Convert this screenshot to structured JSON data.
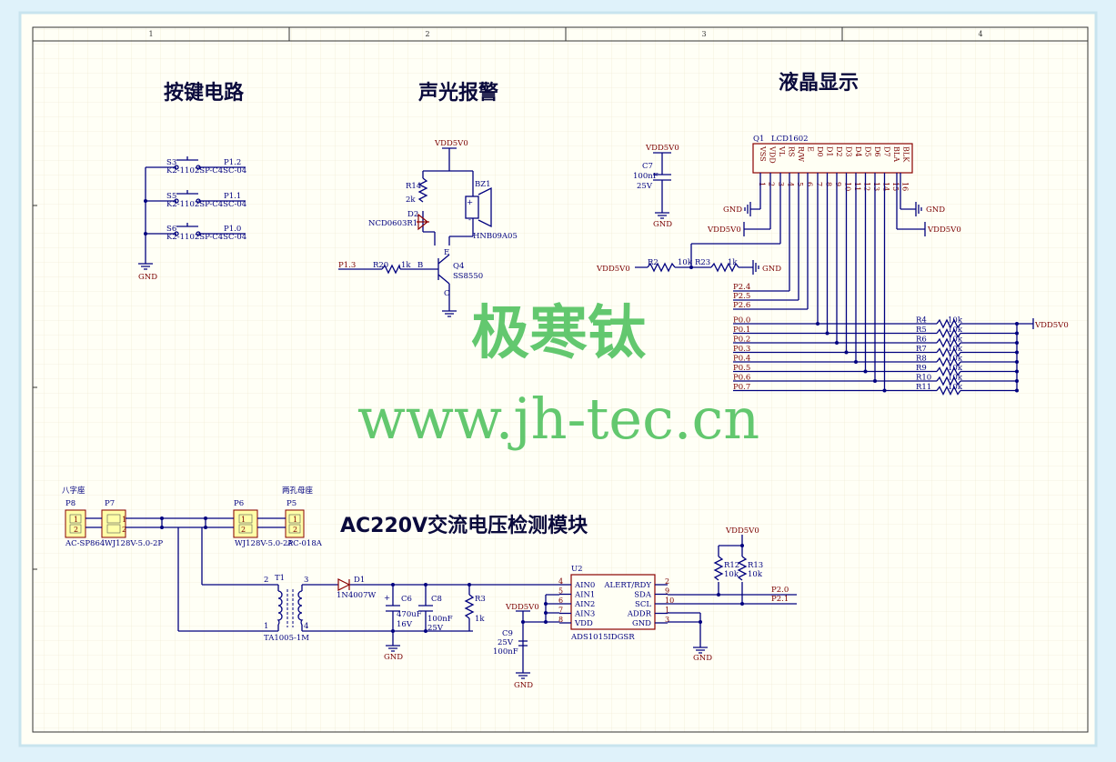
{
  "columns": [
    "1",
    "2",
    "3",
    "4"
  ],
  "sections": {
    "keys": "按键电路",
    "alarm": "声光报警",
    "lcd": "液晶显示",
    "ac": "AC220V交流电压检测模块"
  },
  "watermark": {
    "cn": "极寒钛",
    "url": "www.jh-tec.cn"
  },
  "buttons": [
    {
      "ref": "S3",
      "net": "P1.2",
      "part": "K2-1102SP-C4SC-04"
    },
    {
      "ref": "S5",
      "net": "P1.1",
      "part": "K2-1102SP-C4SC-04"
    },
    {
      "ref": "S6",
      "net": "P1.0",
      "part": "K2-1102SP-C4SC-04"
    }
  ],
  "gnd": "GND",
  "vdd": "VDD5V0",
  "alarm": {
    "r14": "R14",
    "r14v": "2k",
    "d2": "D2",
    "d2part": "NCD0603R1",
    "bz": "BZ1",
    "bzpart": "HNB09A05",
    "q4": "Q4",
    "q4part": "SS8550",
    "r20": "R20",
    "r20v": "1k",
    "p13": "P1.3",
    "b": "B",
    "e": "E",
    "c": "C",
    "plus": "+",
    "minus": "-"
  },
  "lcd": {
    "q1": "Q1",
    "part": "LCD1602",
    "pins": [
      "VSS",
      "VDD",
      "VL",
      "RS",
      "R/W",
      "E",
      "D0",
      "D1",
      "D2",
      "D3",
      "D4",
      "D5",
      "D6",
      "D7",
      "BLA",
      "BLK"
    ],
    "nums": [
      "1",
      "2",
      "3",
      "4",
      "5",
      "6",
      "7",
      "8",
      "9",
      "10",
      "11",
      "12",
      "13",
      "14",
      "15",
      "16"
    ],
    "c7": "C7",
    "c7v": "100nF",
    "c7u": "25V",
    "r2": "R2",
    "r2v": "10k",
    "r23": "R23",
    "r23v": "1k",
    "ctrl": [
      "P2.4",
      "P2.5",
      "P2.6"
    ],
    "data": [
      "P0.0",
      "P0.1",
      "P0.2",
      "P0.3",
      "P0.4",
      "P0.5",
      "P0.6",
      "P0.7"
    ],
    "res": [
      "R4",
      "R5",
      "R6",
      "R7",
      "R8",
      "R9",
      "R10",
      "R11"
    ],
    "resv": "10k"
  },
  "ac": {
    "p8": "P8",
    "p7": "P7",
    "p6": "P6",
    "p5": "P5",
    "eight": "八字座",
    "two": "两孔母座",
    "p8part": "AC-SP864",
    "p7part": "WJ128V-5.0-2P",
    "p6part": "WJ128V-5.0-2P",
    "p5part": "AC-018A",
    "n1": "1",
    "n2": "2",
    "n3": "3",
    "n4": "4",
    "t1": "T1",
    "t1part": "TA1005-1M",
    "d1": "D1",
    "d1part": "1N4007W",
    "c6": "C6",
    "c6v": "470uF",
    "c6u": "16V",
    "c8": "C8",
    "c8v": "100nF",
    "c8u": "25V",
    "r3": "R3",
    "r3v": "1k",
    "c9": "C9",
    "c9v": "100nF",
    "c9u": "25V",
    "u2": "U2",
    "u2part": "ADS1015IDGSR",
    "u2left": [
      "AIN0",
      "AIN1",
      "AIN2",
      "AIN3",
      "VDD"
    ],
    "u2leftn": [
      "4",
      "5",
      "6",
      "7",
      "8"
    ],
    "u2right": [
      "ALERT/RDY",
      "SDA",
      "SCL",
      "ADDR",
      "GND"
    ],
    "u2rightn": [
      "2",
      "9",
      "10",
      "1",
      "3"
    ],
    "r12": "R12",
    "r12v": "10k",
    "r13": "R13",
    "r13v": "10k",
    "p20": "P2.0",
    "p21": "P2.1",
    "plus": "+"
  }
}
